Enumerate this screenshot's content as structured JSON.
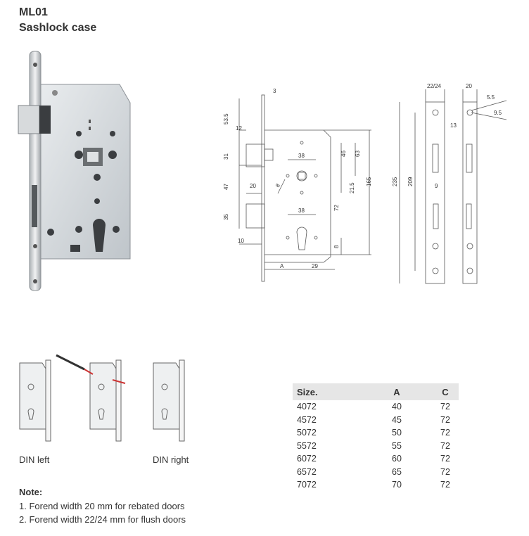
{
  "header": {
    "code": "ML01",
    "name": "Sashlock case"
  },
  "drawing": {
    "dims": {
      "d3": "3",
      "d53_5": "53.5",
      "d12": "12",
      "d31": "31",
      "d47": "47",
      "d20": "20",
      "d35": "35",
      "d10": "10",
      "d38a": "38",
      "d38b": "38",
      "d46": "46",
      "d63": "63",
      "d21_5": "21.5",
      "d165": "165",
      "d72": "72",
      "d8a": "8",
      "d8b": "8",
      "dA": "A",
      "d29": "29",
      "d22_24": "22/24",
      "d13": "13",
      "d235": "235",
      "d209": "209",
      "d9": "9",
      "d20b": "20",
      "d5_5": "5.5",
      "d9_5": "9.5"
    }
  },
  "din": {
    "left": "DIN left",
    "right": "DIN right"
  },
  "table": {
    "headers": [
      "Size.",
      "A",
      "C"
    ],
    "rows": [
      [
        "4072",
        "40",
        "72"
      ],
      [
        "4572",
        "45",
        "72"
      ],
      [
        "5072",
        "50",
        "72"
      ],
      [
        "5572",
        "55",
        "72"
      ],
      [
        "6072",
        "60",
        "72"
      ],
      [
        "6572",
        "65",
        "72"
      ],
      [
        "7072",
        "70",
        "72"
      ]
    ]
  },
  "notes": {
    "heading": "Note:",
    "items": [
      "1. Forend width 20 mm for rebated doors",
      "2. Forend width 22/24 mm for flush doors"
    ]
  }
}
